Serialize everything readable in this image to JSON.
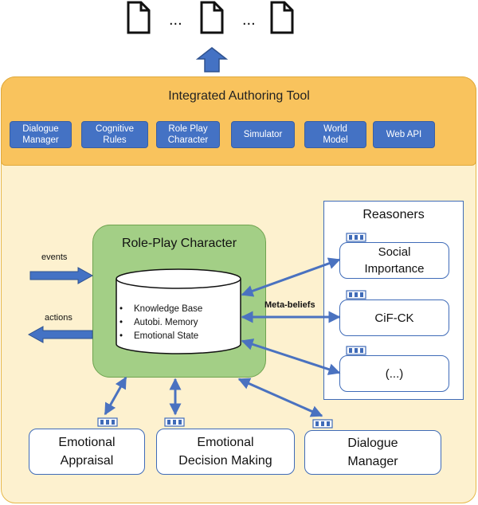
{
  "top": {
    "ellipsis_1": "...",
    "ellipsis_2": "..."
  },
  "iat": {
    "title": "Integrated Authoring Tool",
    "modules": [
      {
        "line1": "Dialogue",
        "line2": "Manager"
      },
      {
        "line1": "Cognitive",
        "line2": "Rules"
      },
      {
        "line1": "Role Play",
        "line2": "Character"
      },
      {
        "line1": "Simulator",
        "line2": ""
      },
      {
        "line1": "World",
        "line2": "Model"
      },
      {
        "line1": "Web API",
        "line2": ""
      }
    ]
  },
  "rpc": {
    "title": "Role-Play Character",
    "items": [
      "Knowledge Base",
      "Autobi. Memory",
      "Emotional State"
    ]
  },
  "io": {
    "events": "events",
    "actions": "actions",
    "meta_beliefs": "Meta-beliefs"
  },
  "reasoners": {
    "title": "Reasoners",
    "items": [
      {
        "line1": "Social",
        "line2": "Importance"
      },
      {
        "line1": "CiF-CK",
        "line2": ""
      },
      {
        "line1": "(...)",
        "line2": ""
      }
    ]
  },
  "bottom": [
    {
      "line1": "Emotional",
      "line2": "Appraisal"
    },
    {
      "line1": "Emotional",
      "line2": "Decision Making"
    },
    {
      "line1": "Dialogue",
      "line2": "Manager"
    }
  ],
  "colors": {
    "module_blue": "#4472c4",
    "band_orange": "#f9c35d",
    "background_cream": "#fdf1cf",
    "character_green": "#a3cf86",
    "arrow_blue": "#4a72c0"
  }
}
